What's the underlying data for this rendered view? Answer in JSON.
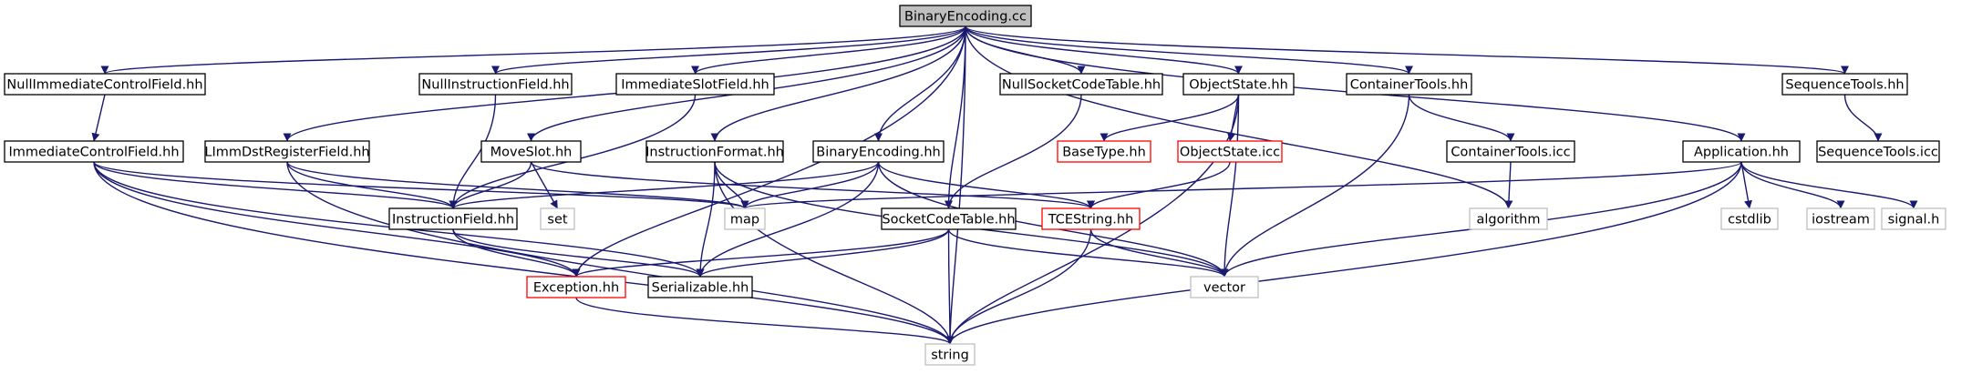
{
  "diagram": {
    "kind": "include-dependency-graph",
    "nodes": [
      {
        "id": "root",
        "label": "BinaryEncoding.cc",
        "style": "root"
      },
      {
        "id": "nullimm",
        "label": "NullImmediateControlField.hh",
        "style": "normal"
      },
      {
        "id": "nullinstr",
        "label": "NullInstructionField.hh",
        "style": "normal"
      },
      {
        "id": "immslot",
        "label": "ImmediateSlotField.hh",
        "style": "normal"
      },
      {
        "id": "nullsock",
        "label": "NullSocketCodeTable.hh",
        "style": "normal"
      },
      {
        "id": "objstate",
        "label": "ObjectState.hh",
        "style": "normal"
      },
      {
        "id": "conttools",
        "label": "ContainerTools.hh",
        "style": "normal"
      },
      {
        "id": "seqtools",
        "label": "SequenceTools.hh",
        "style": "normal"
      },
      {
        "id": "immctrl",
        "label": "ImmediateControlField.hh",
        "style": "normal"
      },
      {
        "id": "limm",
        "label": "LImmDstRegisterField.hh",
        "style": "normal"
      },
      {
        "id": "moveslot",
        "label": "MoveSlot.hh",
        "style": "normal"
      },
      {
        "id": "instrfmt",
        "label": "InstructionFormat.hh",
        "style": "normal"
      },
      {
        "id": "binenc",
        "label": "BinaryEncoding.hh",
        "style": "normal"
      },
      {
        "id": "basetype",
        "label": "BaseType.hh",
        "style": "red"
      },
      {
        "id": "objicc",
        "label": "ObjectState.icc",
        "style": "red"
      },
      {
        "id": "conticc",
        "label": "ContainerTools.icc",
        "style": "normal"
      },
      {
        "id": "app",
        "label": "Application.hh",
        "style": "normal"
      },
      {
        "id": "seqicc",
        "label": "SequenceTools.icc",
        "style": "normal"
      },
      {
        "id": "instrfield",
        "label": "InstructionField.hh",
        "style": "normal"
      },
      {
        "id": "set",
        "label": "set",
        "style": "gray"
      },
      {
        "id": "map",
        "label": "map",
        "style": "gray"
      },
      {
        "id": "socktable",
        "label": "SocketCodeTable.hh",
        "style": "normal"
      },
      {
        "id": "tcestr",
        "label": "TCEString.hh",
        "style": "red"
      },
      {
        "id": "algorithm",
        "label": "algorithm",
        "style": "gray"
      },
      {
        "id": "cstdlib",
        "label": "cstdlib",
        "style": "gray"
      },
      {
        "id": "iostream",
        "label": "iostream",
        "style": "gray"
      },
      {
        "id": "signal",
        "label": "signal.h",
        "style": "gray"
      },
      {
        "id": "exception",
        "label": "Exception.hh",
        "style": "red"
      },
      {
        "id": "serial",
        "label": "Serializable.hh",
        "style": "normal"
      },
      {
        "id": "vector",
        "label": "vector",
        "style": "gray"
      },
      {
        "id": "string",
        "label": "string",
        "style": "gray"
      }
    ],
    "edges": [
      [
        "root",
        "nullimm"
      ],
      [
        "root",
        "nullinstr"
      ],
      [
        "root",
        "immslot"
      ],
      [
        "root",
        "nullsock"
      ],
      [
        "root",
        "objstate"
      ],
      [
        "root",
        "conttools"
      ],
      [
        "root",
        "seqtools"
      ],
      [
        "root",
        "limm"
      ],
      [
        "root",
        "moveslot"
      ],
      [
        "root",
        "instrfmt"
      ],
      [
        "root",
        "binenc"
      ],
      [
        "root",
        "app"
      ],
      [
        "root",
        "socktable"
      ],
      [
        "root",
        "exception"
      ],
      [
        "root",
        "algorithm"
      ],
      [
        "root",
        "string"
      ],
      [
        "nullimm",
        "immctrl"
      ],
      [
        "nullinstr",
        "instrfield"
      ],
      [
        "immslot",
        "instrfield"
      ],
      [
        "nullsock",
        "socktable"
      ],
      [
        "objstate",
        "basetype"
      ],
      [
        "objstate",
        "objicc"
      ],
      [
        "objstate",
        "vector"
      ],
      [
        "objstate",
        "string"
      ],
      [
        "conttools",
        "conticc"
      ],
      [
        "conttools",
        "vector"
      ],
      [
        "seqtools",
        "seqicc"
      ],
      [
        "immctrl",
        "instrfield"
      ],
      [
        "immctrl",
        "map"
      ],
      [
        "immctrl",
        "exception"
      ],
      [
        "immctrl",
        "serial"
      ],
      [
        "immctrl",
        "string"
      ],
      [
        "limm",
        "instrfield"
      ],
      [
        "limm",
        "map"
      ],
      [
        "limm",
        "string"
      ],
      [
        "moveslot",
        "instrfield"
      ],
      [
        "moveslot",
        "set"
      ],
      [
        "moveslot",
        "tcestr"
      ],
      [
        "instrfmt",
        "map"
      ],
      [
        "instrfmt",
        "serial"
      ],
      [
        "instrfmt",
        "string"
      ],
      [
        "instrfmt",
        "vector"
      ],
      [
        "binenc",
        "instrfield"
      ],
      [
        "binenc",
        "map"
      ],
      [
        "binenc",
        "tcestr"
      ],
      [
        "binenc",
        "serial"
      ],
      [
        "binenc",
        "vector"
      ],
      [
        "objicc",
        "tcestr"
      ],
      [
        "conticc",
        "algorithm"
      ],
      [
        "app",
        "map"
      ],
      [
        "app",
        "cstdlib"
      ],
      [
        "app",
        "iostream"
      ],
      [
        "app",
        "signal"
      ],
      [
        "app",
        "vector"
      ],
      [
        "app",
        "string"
      ],
      [
        "instrfield",
        "exception"
      ],
      [
        "instrfield",
        "serial"
      ],
      [
        "socktable",
        "exception"
      ],
      [
        "socktable",
        "serial"
      ],
      [
        "socktable",
        "vector"
      ],
      [
        "socktable",
        "string"
      ],
      [
        "tcestr",
        "vector"
      ],
      [
        "tcestr",
        "string"
      ],
      [
        "exception",
        "string"
      ]
    ]
  },
  "colors": {
    "edge": "#191970",
    "root_fill": "#bfbfbf",
    "normal_border": "#000000",
    "red_border": "#ff0000",
    "gray_border": "#bfbfbf"
  }
}
